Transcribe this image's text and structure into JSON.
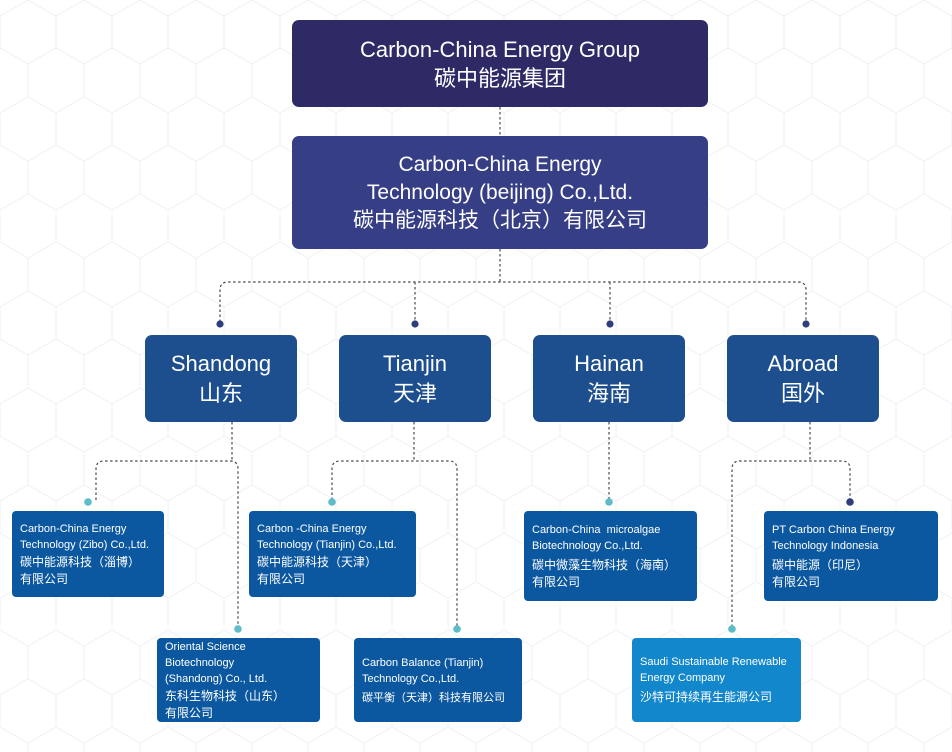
{
  "group": {
    "name_en": "Carbon-China Energy Group",
    "name_cn": "碳中能源集团"
  },
  "tech": {
    "line1": "Carbon-China Energy",
    "line2": "Technology (beijing) Co.,Ltd.",
    "name_cn": "碳中能源科技（北京）有限公司"
  },
  "regions": [
    {
      "en": "Shandong",
      "cn": "山东"
    },
    {
      "en": "Tianjin",
      "cn": "天津"
    },
    {
      "en": "Hainan",
      "cn": "海南"
    },
    {
      "en": "Abroad",
      "cn": "国外"
    }
  ],
  "companies": {
    "zibo": {
      "en1": "Carbon-China Energy",
      "en2": "Technology (Zibo) Co.,Ltd.",
      "cn1": "碳中能源科技（淄博）",
      "cn2": "有限公司"
    },
    "oriental": {
      "en1": "Oriental Science Biotechnology",
      "en2": "(Shandong) Co., Ltd.",
      "cn1": "东科生物科技（山东）",
      "cn2": "有限公司"
    },
    "tianjin_energy": {
      "en1": "Carbon -China Energy",
      "en2": "Technology (Tianjin) Co.,Ltd.",
      "cn1": "碳中能源科技（天津）",
      "cn2": "有限公司"
    },
    "carbon_balance": {
      "en1": "Carbon Balance (Tianjin)",
      "en2": "Technology Co.,Ltd.",
      "cn1": "碳平衡（天津）科技有限公司"
    },
    "hainan": {
      "en1": "Carbon-China  microalgae",
      "en2": "Biotechnology Co.,Ltd.",
      "cn1": "碳中微藻生物科技（海南）",
      "cn2": "有限公司"
    },
    "indonesia": {
      "en1": "PT Carbon China Energy",
      "en2": "Technology Indonesia",
      "cn1": "碳中能源（印尼）",
      "cn2": "有限公司"
    },
    "saudi": {
      "en1": "Saudi Sustainable Renewable",
      "en2": "Energy Company",
      "cn1": "沙特可持续再生能源公司"
    }
  },
  "colors": {
    "group": "#2e2a66",
    "tech": "#363e86",
    "region": "#1d4e8e",
    "company": "#0c58a0",
    "company_light": "#1287cc",
    "connector": "#4a4a4a",
    "dot_region": "#2d3e7a",
    "dot_company": "#5cbcc9"
  }
}
